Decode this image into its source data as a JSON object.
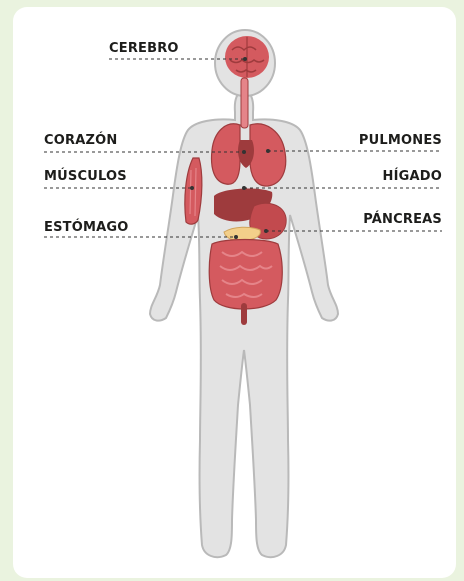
{
  "labels": {
    "cerebro": "CEREBRO",
    "corazon": "CORAZÓN",
    "musculos": "MÚSCULOS",
    "estomago": "ESTÓMAGO",
    "pulmones": "PULMONES",
    "higado": "HÍGADO",
    "pancreas": "PÁNCREAS"
  },
  "colors": {
    "background": "#eaf3df",
    "card": "#ffffff",
    "body_fill": "#e3e3e3",
    "body_stroke": "#b9b9b9",
    "organ": "#d45a5f",
    "organ_dark": "#9e3b3d",
    "organ_light": "#e58489",
    "pancreas": "#f3cf8a",
    "leader_line": "#333333"
  }
}
